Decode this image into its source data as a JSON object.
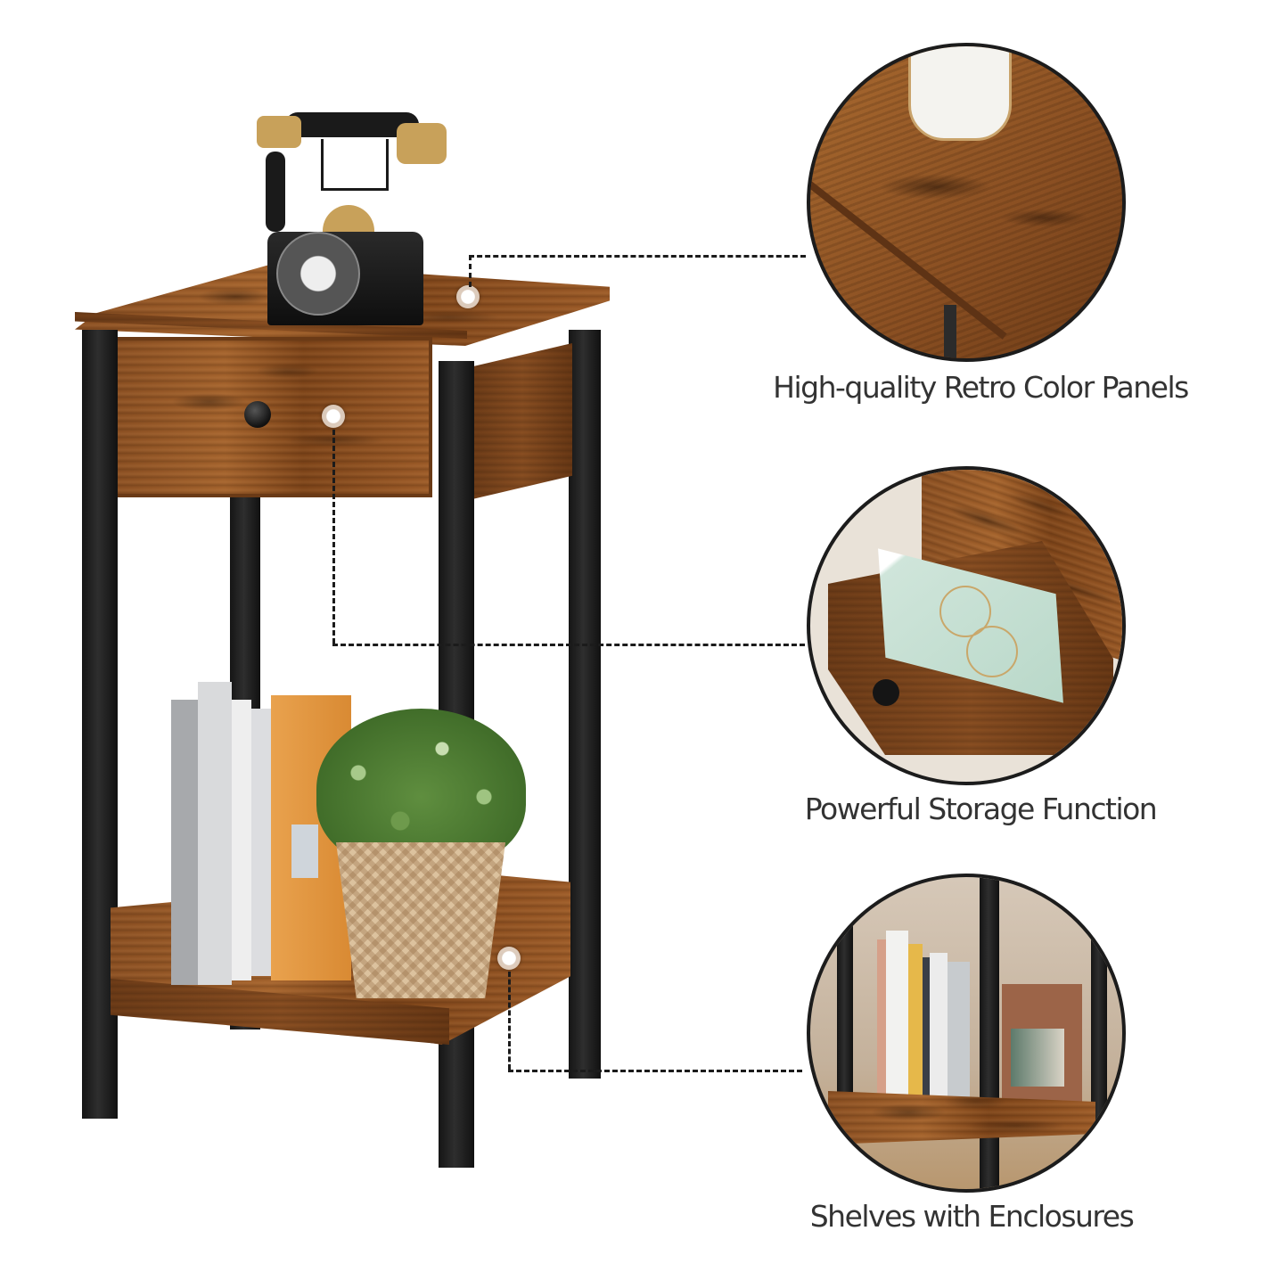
{
  "features": [
    {
      "id": "panels",
      "label": "High-quality Retro Color Panels",
      "detail": "Rustic wood tabletop close-up with white flower pot"
    },
    {
      "id": "storage",
      "label": "Powerful Storage Function",
      "detail": "Open drawer containing a notebook and glasses"
    },
    {
      "id": "shelves",
      "label": "Shelves with Enclosures",
      "detail": "Bottom shelf with raised edges holding books"
    }
  ],
  "product": {
    "name": "Nightstand with drawer and bottom shelf",
    "items_on_top": "Vintage rotary telephone",
    "items_on_shelf": [
      "Books",
      "Potted plant in woven basket"
    ]
  },
  "colors": {
    "wood": "#9b5a27",
    "metal": "#1c1c1c",
    "text": "#333333",
    "background": "#ffffff"
  }
}
